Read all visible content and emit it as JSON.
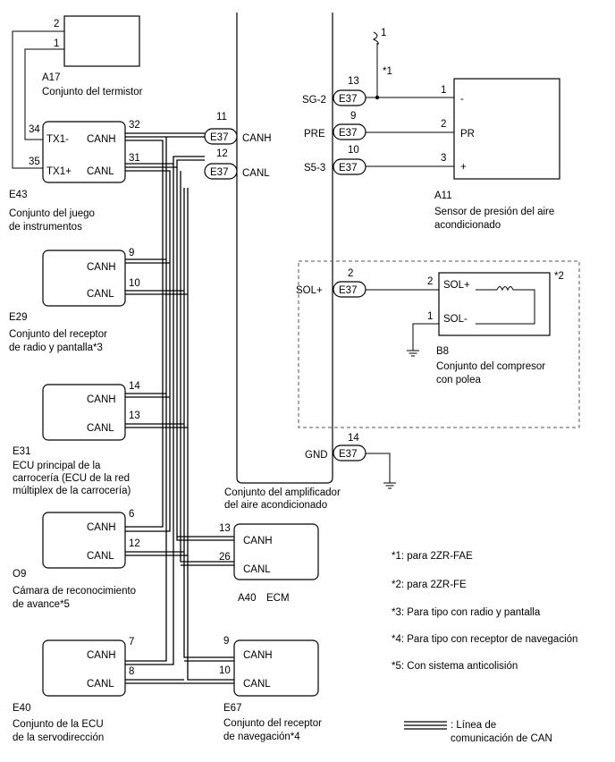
{
  "connector": "E37",
  "amplifier": {
    "label_1": "Conjunto del amplificador",
    "label_2": "del aire acondicionado"
  },
  "amp_pins": {
    "canh": {
      "pin": "11",
      "label": "CANH"
    },
    "canl": {
      "pin": "12",
      "label": "CANL"
    },
    "sg2": {
      "pin": "13",
      "label": "SG-2"
    },
    "pre": {
      "pin": "9",
      "label": "PRE"
    },
    "s53": {
      "pin": "10",
      "label": "S5-3"
    },
    "solp": {
      "pin": "2",
      "label": "SOL+"
    },
    "gnd": {
      "pin": "14",
      "label": "GND"
    }
  },
  "shield_mark": "1",
  "note_mark_1": "*1",
  "a17": {
    "id": "A17",
    "name": "Conjunto del termistor",
    "pin_top": "2",
    "pin_bottom": "1"
  },
  "e43": {
    "id": "E43",
    "name_1": "Conjunto del juego",
    "name_2": "de instrumentos",
    "tx1m": {
      "pin": "34",
      "label": "TX1-"
    },
    "tx1p": {
      "pin": "35",
      "label": "TX1+"
    },
    "canh": {
      "pin": "32",
      "label": "CANH"
    },
    "canl": {
      "pin": "31",
      "label": "CANL"
    }
  },
  "e29": {
    "id": "E29",
    "name_1": "Conjunto del receptor",
    "name_2": "de radio y pantalla*3",
    "canh_pin": "9",
    "canl_pin": "10"
  },
  "e31": {
    "id": "E31",
    "name_1": "ECU principal de la",
    "name_2": "carrocería (ECU de la red",
    "name_3": "múltiplex de la carrocería)",
    "canh_pin": "14",
    "canl_pin": "13"
  },
  "o9": {
    "id": "O9",
    "name_1": "Cámara de reconocimiento",
    "name_2": "de avance*5",
    "canh_pin": "6",
    "canl_pin": "12"
  },
  "e40": {
    "id": "E40",
    "name_1": "Conjunto de la ECU",
    "name_2": "de la servodirección",
    "canh_pin": "7",
    "canl_pin": "8"
  },
  "a40": {
    "id": "A40",
    "name": "ECM",
    "canh_pin": "13",
    "canl_pin": "26"
  },
  "e67": {
    "id": "E67",
    "name_1": "Conjunto del receptor",
    "name_2": "de navegación*4",
    "canh_pin": "9",
    "canl_pin": "10"
  },
  "can_labels": {
    "canh": "CANH",
    "canl": "CANL"
  },
  "a11": {
    "id": "A11",
    "name_1": "Sensor de presión del aire",
    "name_2": "acondicionado",
    "pin_1": "1",
    "pin_2": "2",
    "pin_3": "3",
    "term_1": "-",
    "term_2": "PR",
    "term_3": "+"
  },
  "b8": {
    "id": "B8",
    "name_1": "Conjunto del compresor",
    "name_2": "con polea",
    "pin_2": "2",
    "pin_1": "1",
    "term_solp": "SOL+",
    "term_solm": "SOL-",
    "mark": "*2"
  },
  "notes": [
    "*1: para 2ZR-FAE",
    "*2: para 2ZR-FE",
    "*3: Para tipo con radio y pantalla",
    "*4: Para tipo con receptor de navegación",
    "*5: Con sistema anticolisión"
  ],
  "legend": {
    "line_1": ": Línea de",
    "line_2": "comunicación de CAN"
  }
}
